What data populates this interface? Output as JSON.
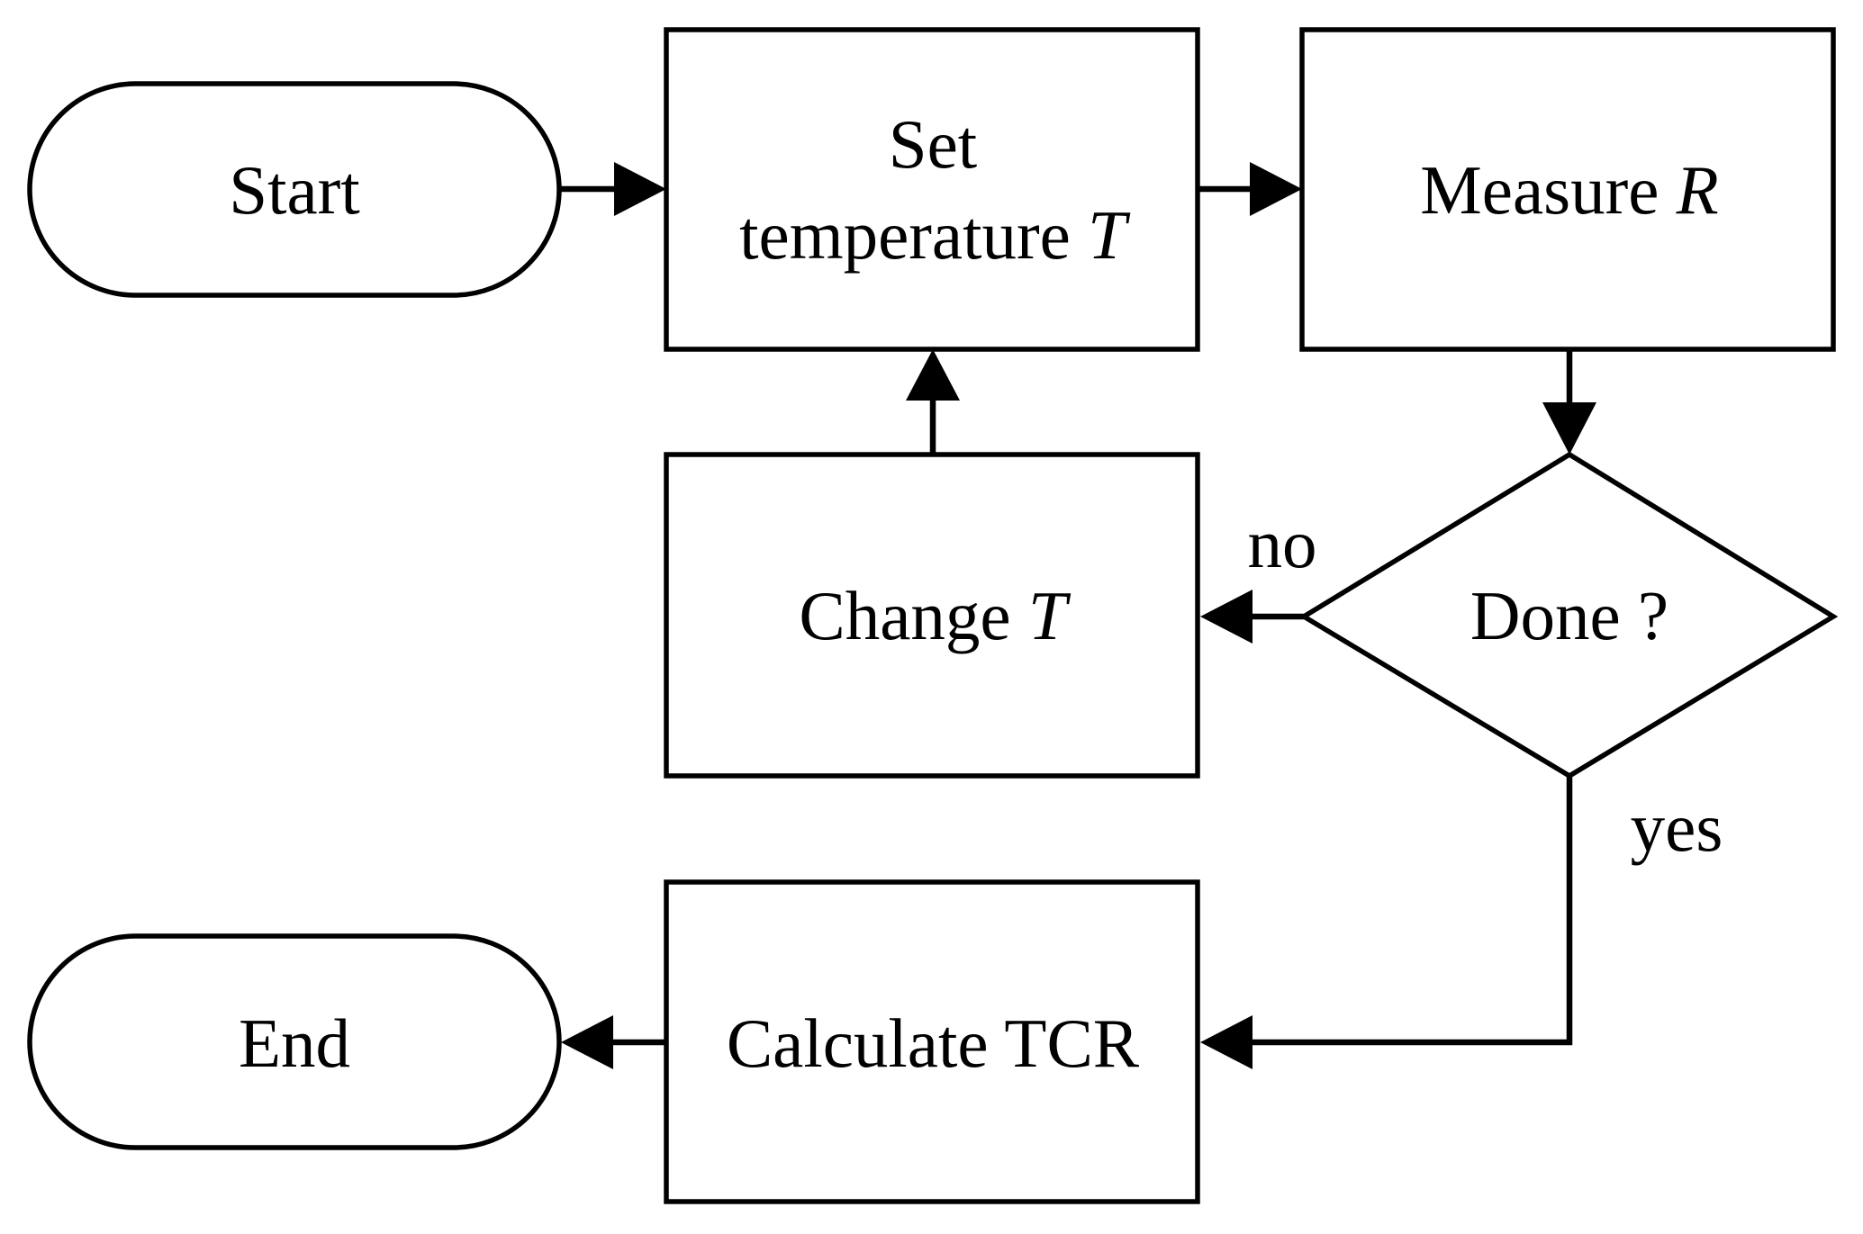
{
  "nodes": {
    "start": {
      "label": "Start"
    },
    "set_temperature": {
      "line1": "Set",
      "line2": "temperature",
      "variable": "T"
    },
    "measure": {
      "label": "Measure",
      "variable": "R"
    },
    "decision": {
      "label": "Done ?"
    },
    "change": {
      "label": "Change",
      "variable": "T"
    },
    "calculate": {
      "label": "Calculate TCR"
    },
    "end": {
      "label": "End"
    }
  },
  "edges": {
    "no_label": "no",
    "yes_label": "yes"
  }
}
